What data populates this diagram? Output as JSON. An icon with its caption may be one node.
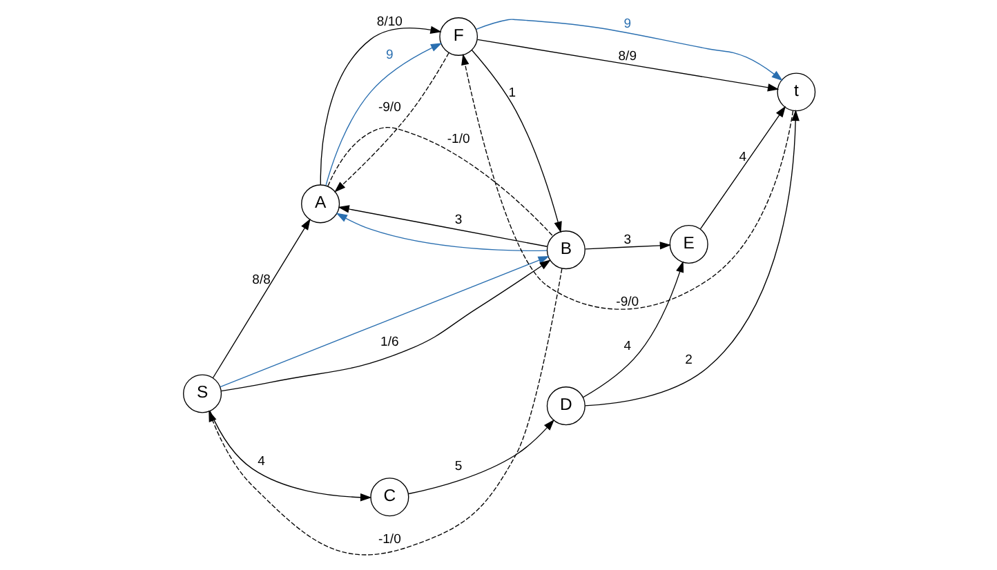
{
  "diagram": {
    "nodes": [
      {
        "text": [
          "A"
        ]
      },
      {
        "text": [
          "F"
        ]
      },
      {
        "text": [
          "S"
        ]
      },
      {
        "text": [
          "B"
        ]
      },
      {
        "text": [
          "E"
        ]
      },
      {
        "text": [
          "t"
        ]
      },
      {
        "text": [
          "C"
        ]
      },
      {
        "text": [
          "D"
        ]
      }
    ],
    "edges": [
      {
        "from": 2,
        "to": 0,
        "arrow": "to",
        "label": "8/8"
      },
      {
        "from": 3,
        "to": 2,
        "arrow": "to",
        "label": "-1/0",
        "style": "dashed"
      },
      {
        "from": 2,
        "to": 3,
        "arrow": "to",
        "color": "#2a6fb0"
      },
      {
        "from": 2,
        "to": 3,
        "arrow": "to",
        "label": "1/6"
      },
      {
        "from": 3,
        "to": 0,
        "arrow": "to",
        "label": "3"
      },
      {
        "from": 3,
        "to": 0,
        "arrow": "to",
        "color": "#2a6fb0"
      },
      {
        "from": 0,
        "to": 3,
        "arrow": "none",
        "label": "-1/0",
        "style": "dashed"
      },
      {
        "from": 0,
        "to": 1,
        "arrow": "to",
        "label": "8/10"
      },
      {
        "from": 0,
        "to": 1,
        "arrow": "to",
        "label": "9",
        "color": "#2a6fb0"
      },
      {
        "from": 1,
        "to": 0,
        "arrow": "to",
        "label": "-9/0",
        "style": "dashed"
      },
      {
        "from": 1,
        "to": 3,
        "arrow": "to",
        "label": "1"
      },
      {
        "from": 1,
        "to": 5,
        "arrow": "to",
        "label": "8/9"
      },
      {
        "from": 1,
        "to": 5,
        "arrow": "to",
        "label": "9",
        "color": "#2a6fb0"
      },
      {
        "from": 5,
        "to": 1,
        "arrow": "to",
        "label": "-9/0",
        "style": "dashed"
      },
      {
        "from": 3,
        "to": 4,
        "arrow": "to",
        "label": "3"
      },
      {
        "from": 4,
        "to": 5,
        "arrow": "to",
        "label": "4"
      },
      {
        "from": 2,
        "to": 6,
        "arrow": "to",
        "label": "4"
      },
      {
        "from": 6,
        "to": 7,
        "arrow": "to",
        "label": "5"
      },
      {
        "from": 7,
        "to": 4,
        "arrow": "to",
        "label": "4"
      },
      {
        "from": 7,
        "to": 5,
        "arrow": "to",
        "label": "2"
      }
    ]
  }
}
